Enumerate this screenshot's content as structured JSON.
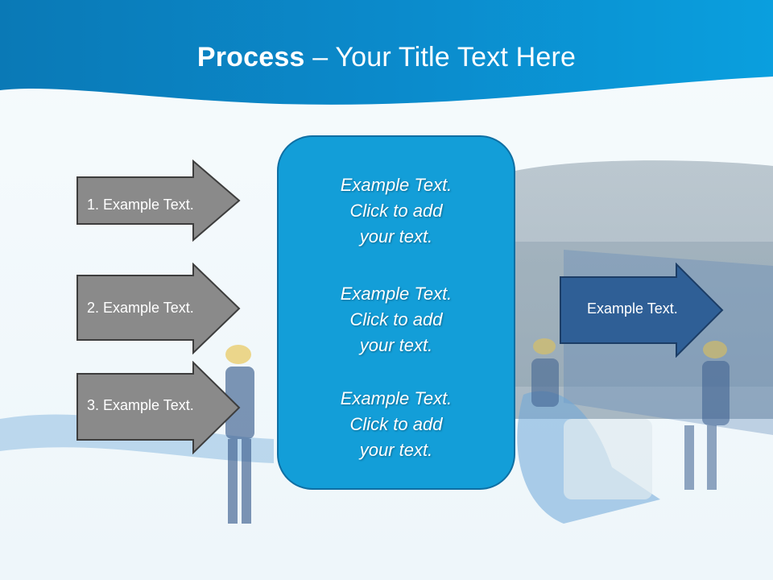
{
  "slide": {
    "title_bold": "Process",
    "title_dash": " – ",
    "title_rest": "Your Title Text Here"
  },
  "left_arrows": [
    {
      "label": "1. Example Text."
    },
    {
      "label": "2. Example Text."
    },
    {
      "label": "3. Example Text."
    }
  ],
  "center_box": {
    "paragraphs": [
      {
        "line1": "Example Text.",
        "line2": "Click  to add",
        "line3": "your text."
      },
      {
        "line1": "Example Text.",
        "line2": "Click  to add",
        "line3": "your text."
      },
      {
        "line1": "Example Text.",
        "line2": "Click  to add",
        "line3": "your text."
      }
    ]
  },
  "right_arrow": {
    "label": "Example Text."
  },
  "colors": {
    "header_blue": "#0a86c4",
    "center_box": "#139ed8",
    "gray_arrow": "#8a8a8a",
    "dark_blue_arrow": "#2f5f96"
  }
}
